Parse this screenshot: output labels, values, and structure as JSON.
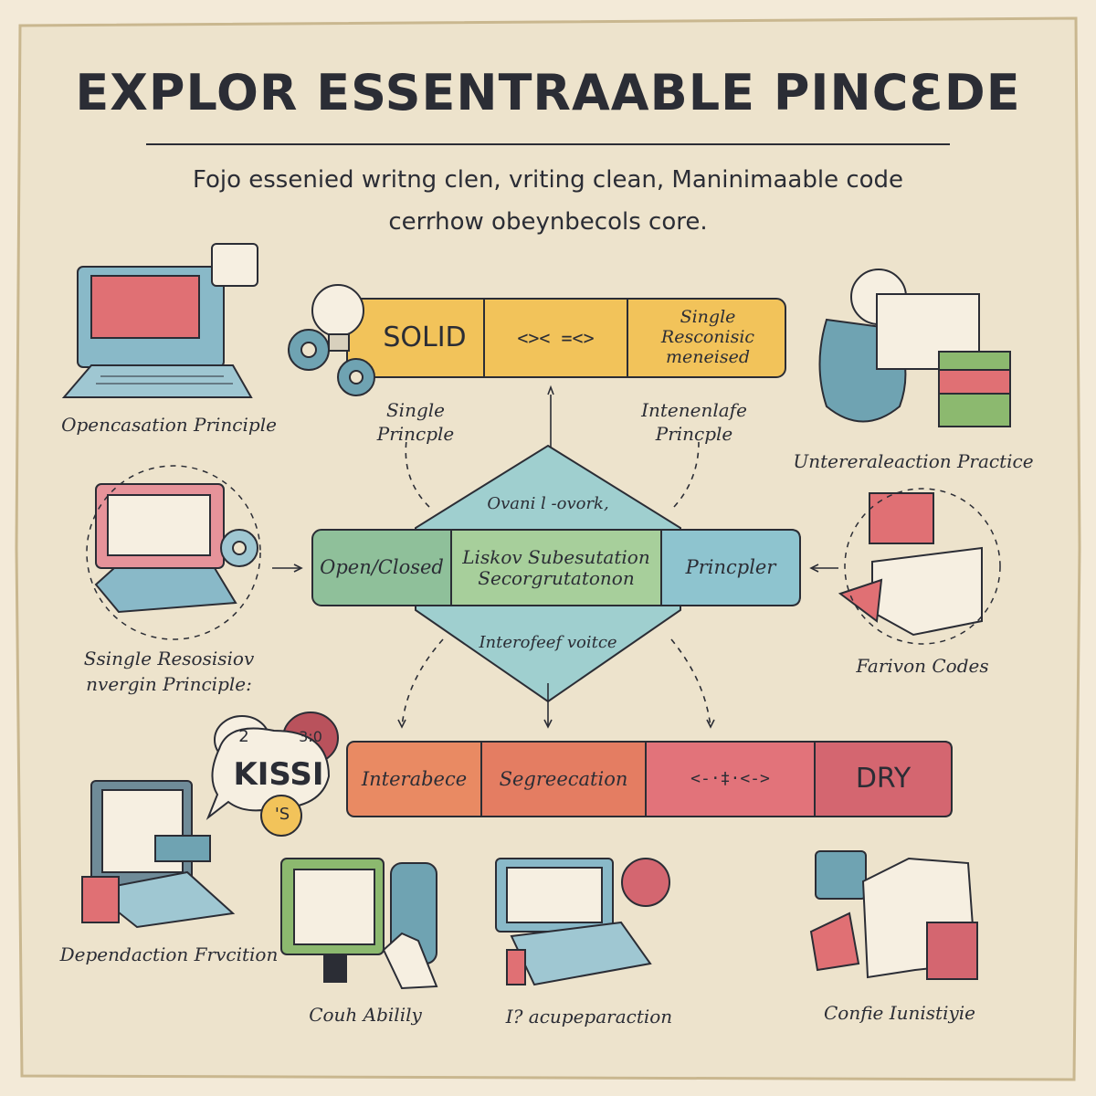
{
  "title": "EXPLOR ESSENTRAABLE PINCƐDE",
  "subtitle_lines": [
    "Fojo  essenied writng clen, vriting clean,  Maninimaable code",
    "cerrhow obeynbecols core."
  ],
  "top_bar": {
    "cells": [
      "SOLID",
      "<>< =<>",
      "Single Resconisic meneised"
    ]
  },
  "middle_bar": {
    "cells": [
      "Open/Closed",
      "Liskov Subesutation Secorgrutatonon",
      "Princpler"
    ]
  },
  "bottom_bar": {
    "cells": [
      "Interabece",
      "Segreecation",
      "<-·‡·<->",
      "DRY"
    ]
  },
  "center_diamond": {
    "top_text": "Ovani  l -ovork,",
    "bottom_text": "Interofeef voitce"
  },
  "connector_labels": {
    "left": [
      "Single",
      "Princple"
    ],
    "right": [
      "Intenenlafe",
      "Princple"
    ]
  },
  "speech_bubble": {
    "text": "KISSI",
    "small": [
      "2",
      "3:0",
      "'S"
    ]
  },
  "illustration_captions": {
    "top_left": "Opencasation Principle",
    "top_right": "Untereraleaction Practice",
    "mid_left": [
      "Ssingle Resosisiov",
      "nvergin Principle:"
    ],
    "mid_right": "Farivon Codes",
    "bottom_left": "Dependaction Frvcition",
    "bottom_2": "Couh Abilily",
    "bottom_3": "I?  acupeparaction",
    "bottom_4": "Confie Iunistiyie"
  },
  "colors": {
    "paper": "#ede3cc",
    "outline": "#2b2d35",
    "top_bar": "#f2c35a",
    "middle_left": "#8fc09a",
    "middle_center": "#a7cf9b",
    "middle_right": "#8ec4cf",
    "diamond": "#9fcfcf",
    "bottom_1": "#e98a63",
    "bottom_2": "#e47d62",
    "bottom_3": "#e2737a",
    "bottom_4": "#d46670"
  }
}
